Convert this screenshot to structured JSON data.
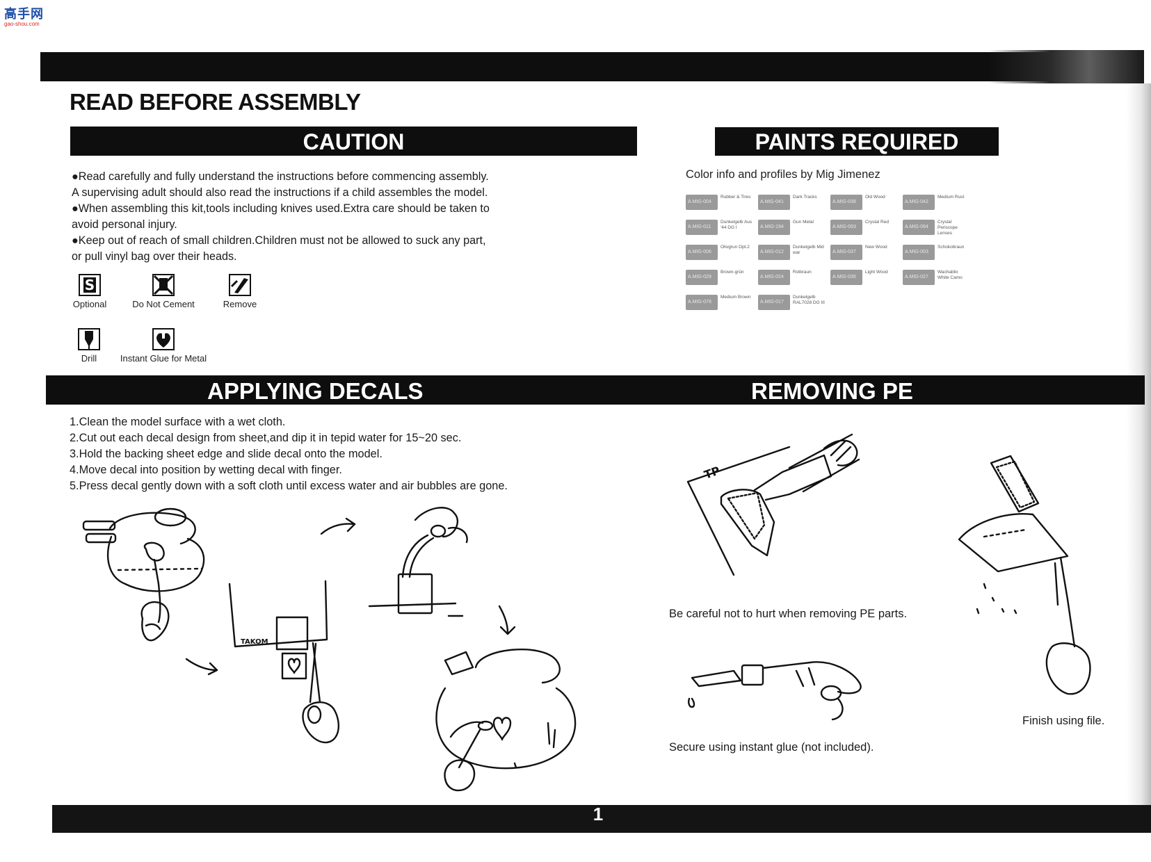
{
  "site_logo": {
    "glyphs": "高手网",
    "url": "gao-shou.com"
  },
  "page": {
    "title": "READ BEFORE ASSEMBLY",
    "page_number": "1"
  },
  "caution": {
    "header": "CAUTION",
    "lines": [
      "●Read carefully and fully understand the instructions before commencing assembly.",
      "A supervising adult should also read the instructions if a child assembles the model.",
      "●When assembling this kit,tools including knives used.Extra care should be taken to",
      "avoid personal injury.",
      "●Keep out of reach of small children.Children must not be allowed to suck any part,",
      "or pull vinyl bag over their heads."
    ],
    "legend": [
      {
        "label": "Optional",
        "icon": "optional-icon"
      },
      {
        "label": "Do Not Cement",
        "icon": "do-not-cement-icon"
      },
      {
        "label": "Remove",
        "icon": "remove-icon"
      },
      {
        "label": "Drill",
        "icon": "drill-icon"
      },
      {
        "label": "Instant Glue for Metal",
        "icon": "instant-glue-icon"
      }
    ]
  },
  "paints": {
    "header": "PAINTS REQUIRED",
    "intro": "Color info and profiles by Mig Jimenez",
    "chips": [
      {
        "code": "A.MIG-004",
        "name": "Rubber & Tires"
      },
      {
        "code": "A.MIG-041",
        "name": "Dark Tracks"
      },
      {
        "code": "A.MIG-038",
        "name": "Old Wood"
      },
      {
        "code": "A.MIG-042",
        "name": "Medium Rust"
      },
      {
        "code": "A.MIG-011",
        "name": "Dunkelgelb Aus '44 DG I"
      },
      {
        "code": "A.MIG-194",
        "name": "Gun Metal"
      },
      {
        "code": "A.MIG-093",
        "name": "Crystal Red"
      },
      {
        "code": "A.MIG-094",
        "name": "Crystal Periscope Lenses"
      },
      {
        "code": "A.MIG-006",
        "name": "Olivgrun Opt.2"
      },
      {
        "code": "A.MIG-012",
        "name": "Dunkelgelb Mid war"
      },
      {
        "code": "A.MIG-037",
        "name": "New Wood"
      },
      {
        "code": "A.MIG-003",
        "name": "Schokobraun"
      },
      {
        "code": "A.MIG-029",
        "name": "Brown-grün"
      },
      {
        "code": "A.MIG-024",
        "name": "Rotbraun"
      },
      {
        "code": "A.MIG-036",
        "name": "Light Wood"
      },
      {
        "code": "A.MIG-027",
        "name": "Wachablix White Camo"
      },
      {
        "code": "A.MIG-078",
        "name": "Medium Brown"
      },
      {
        "code": "A.MIG-017",
        "name": "Dunkelgelb RAL7028 DG III"
      }
    ]
  },
  "decals": {
    "header": "APPLYING DECALS",
    "steps": [
      "1.Clean the model surface with a wet cloth.",
      "2.Cut out each decal design from sheet,and dip it in tepid water for 15~20 sec.",
      "3.Hold the backing sheet edge and slide decal onto the model.",
      "4.Move decal into position by wetting decal with finger.",
      "5.Press decal gently down with a soft cloth until excess water and air bubbles are gone."
    ],
    "sheet_label": "TAKOM"
  },
  "removing_pe": {
    "header": "REMOVING PE",
    "caption_remove": "Be careful not to hurt when removing PE parts.",
    "caption_glue": "Secure using instant glue (not included).",
    "caption_file": "Finish using file.",
    "sheet_label": "TP"
  }
}
